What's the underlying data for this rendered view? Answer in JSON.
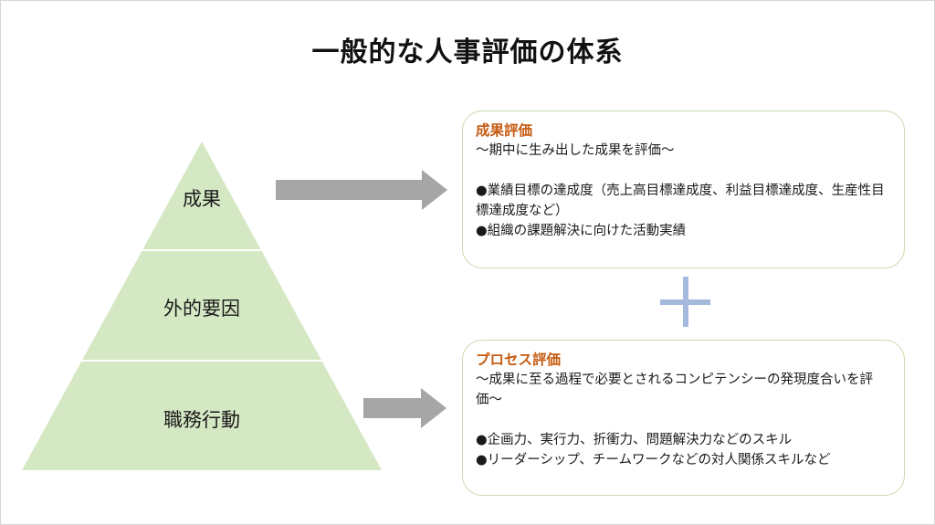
{
  "title": "一般的な人事評価の体系",
  "pyramid": {
    "tiers": [
      {
        "label": "成果"
      },
      {
        "label": "外的要因"
      },
      {
        "label": "職務行動"
      }
    ],
    "fill_color": "#d5e8c4",
    "divider_color": "#ffffff"
  },
  "arrow_color": "#a6a6a6",
  "plus_color": "#a5b9dc",
  "boxes": {
    "result": {
      "heading": "成果評価",
      "subtitle": "〜期中に生み出した成果を評価〜",
      "bullets": [
        "●業績目標の達成度（売上高目標達成度、利益目標達成度、生産性目標達成度など）",
        "●組織の課題解決に向けた活動実績"
      ]
    },
    "process": {
      "heading": "プロセス評価",
      "subtitle": "〜成果に至る過程で必要とされるコンピテンシーの発現度合いを評価〜",
      "bullets": [
        "●企画力、実行力、折衝力、問題解決力などのスキル",
        "●リーダーシップ、チームワークなどの対人関係スキルなど"
      ]
    }
  },
  "heading_color": "#c55a11",
  "box_border_color": "#c7dcae"
}
